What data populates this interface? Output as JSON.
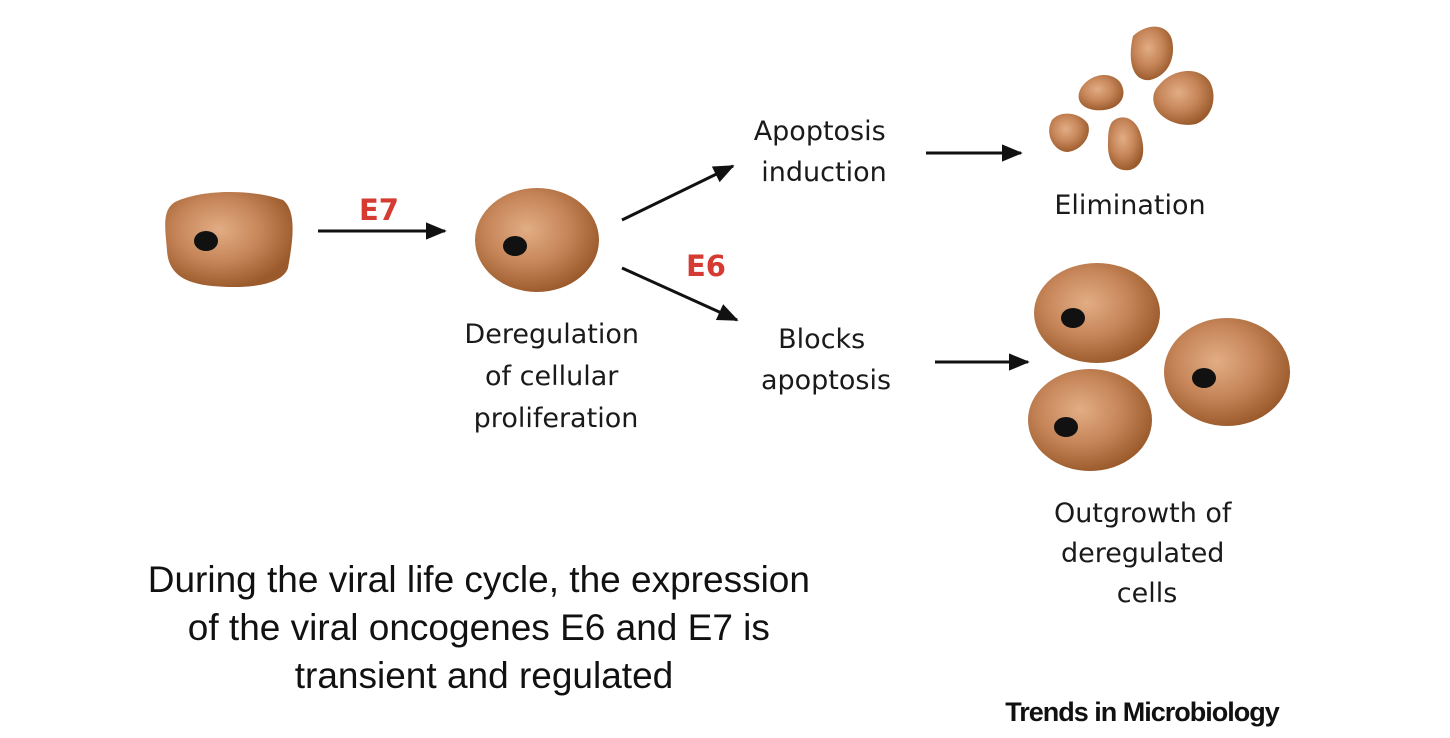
{
  "colors": {
    "cell_light": "#e2ad85",
    "cell_mid": "#c58457",
    "cell_dark": "#9a5a2b",
    "nucleus": "#111111",
    "oncogene_label": "#d63b33",
    "text": "#1a1a1a"
  },
  "labels": {
    "e7": "E7",
    "e6": "E6",
    "deregulation": [
      "Deregulation",
      "of cellular",
      "proliferation"
    ],
    "apoptosis_induction": [
      "Apoptosis",
      "induction"
    ],
    "blocks_apoptosis": [
      "Blocks",
      "apoptosis"
    ],
    "elimination": "Elimination",
    "outgrowth": [
      "Outgrowth of",
      "deregulated",
      "cells"
    ]
  },
  "caption": [
    "During the viral life cycle, the expression",
    "of the viral oncogenes E6 and E7 is",
    "transient and regulated"
  ],
  "brand": "Trends in Microbiology"
}
